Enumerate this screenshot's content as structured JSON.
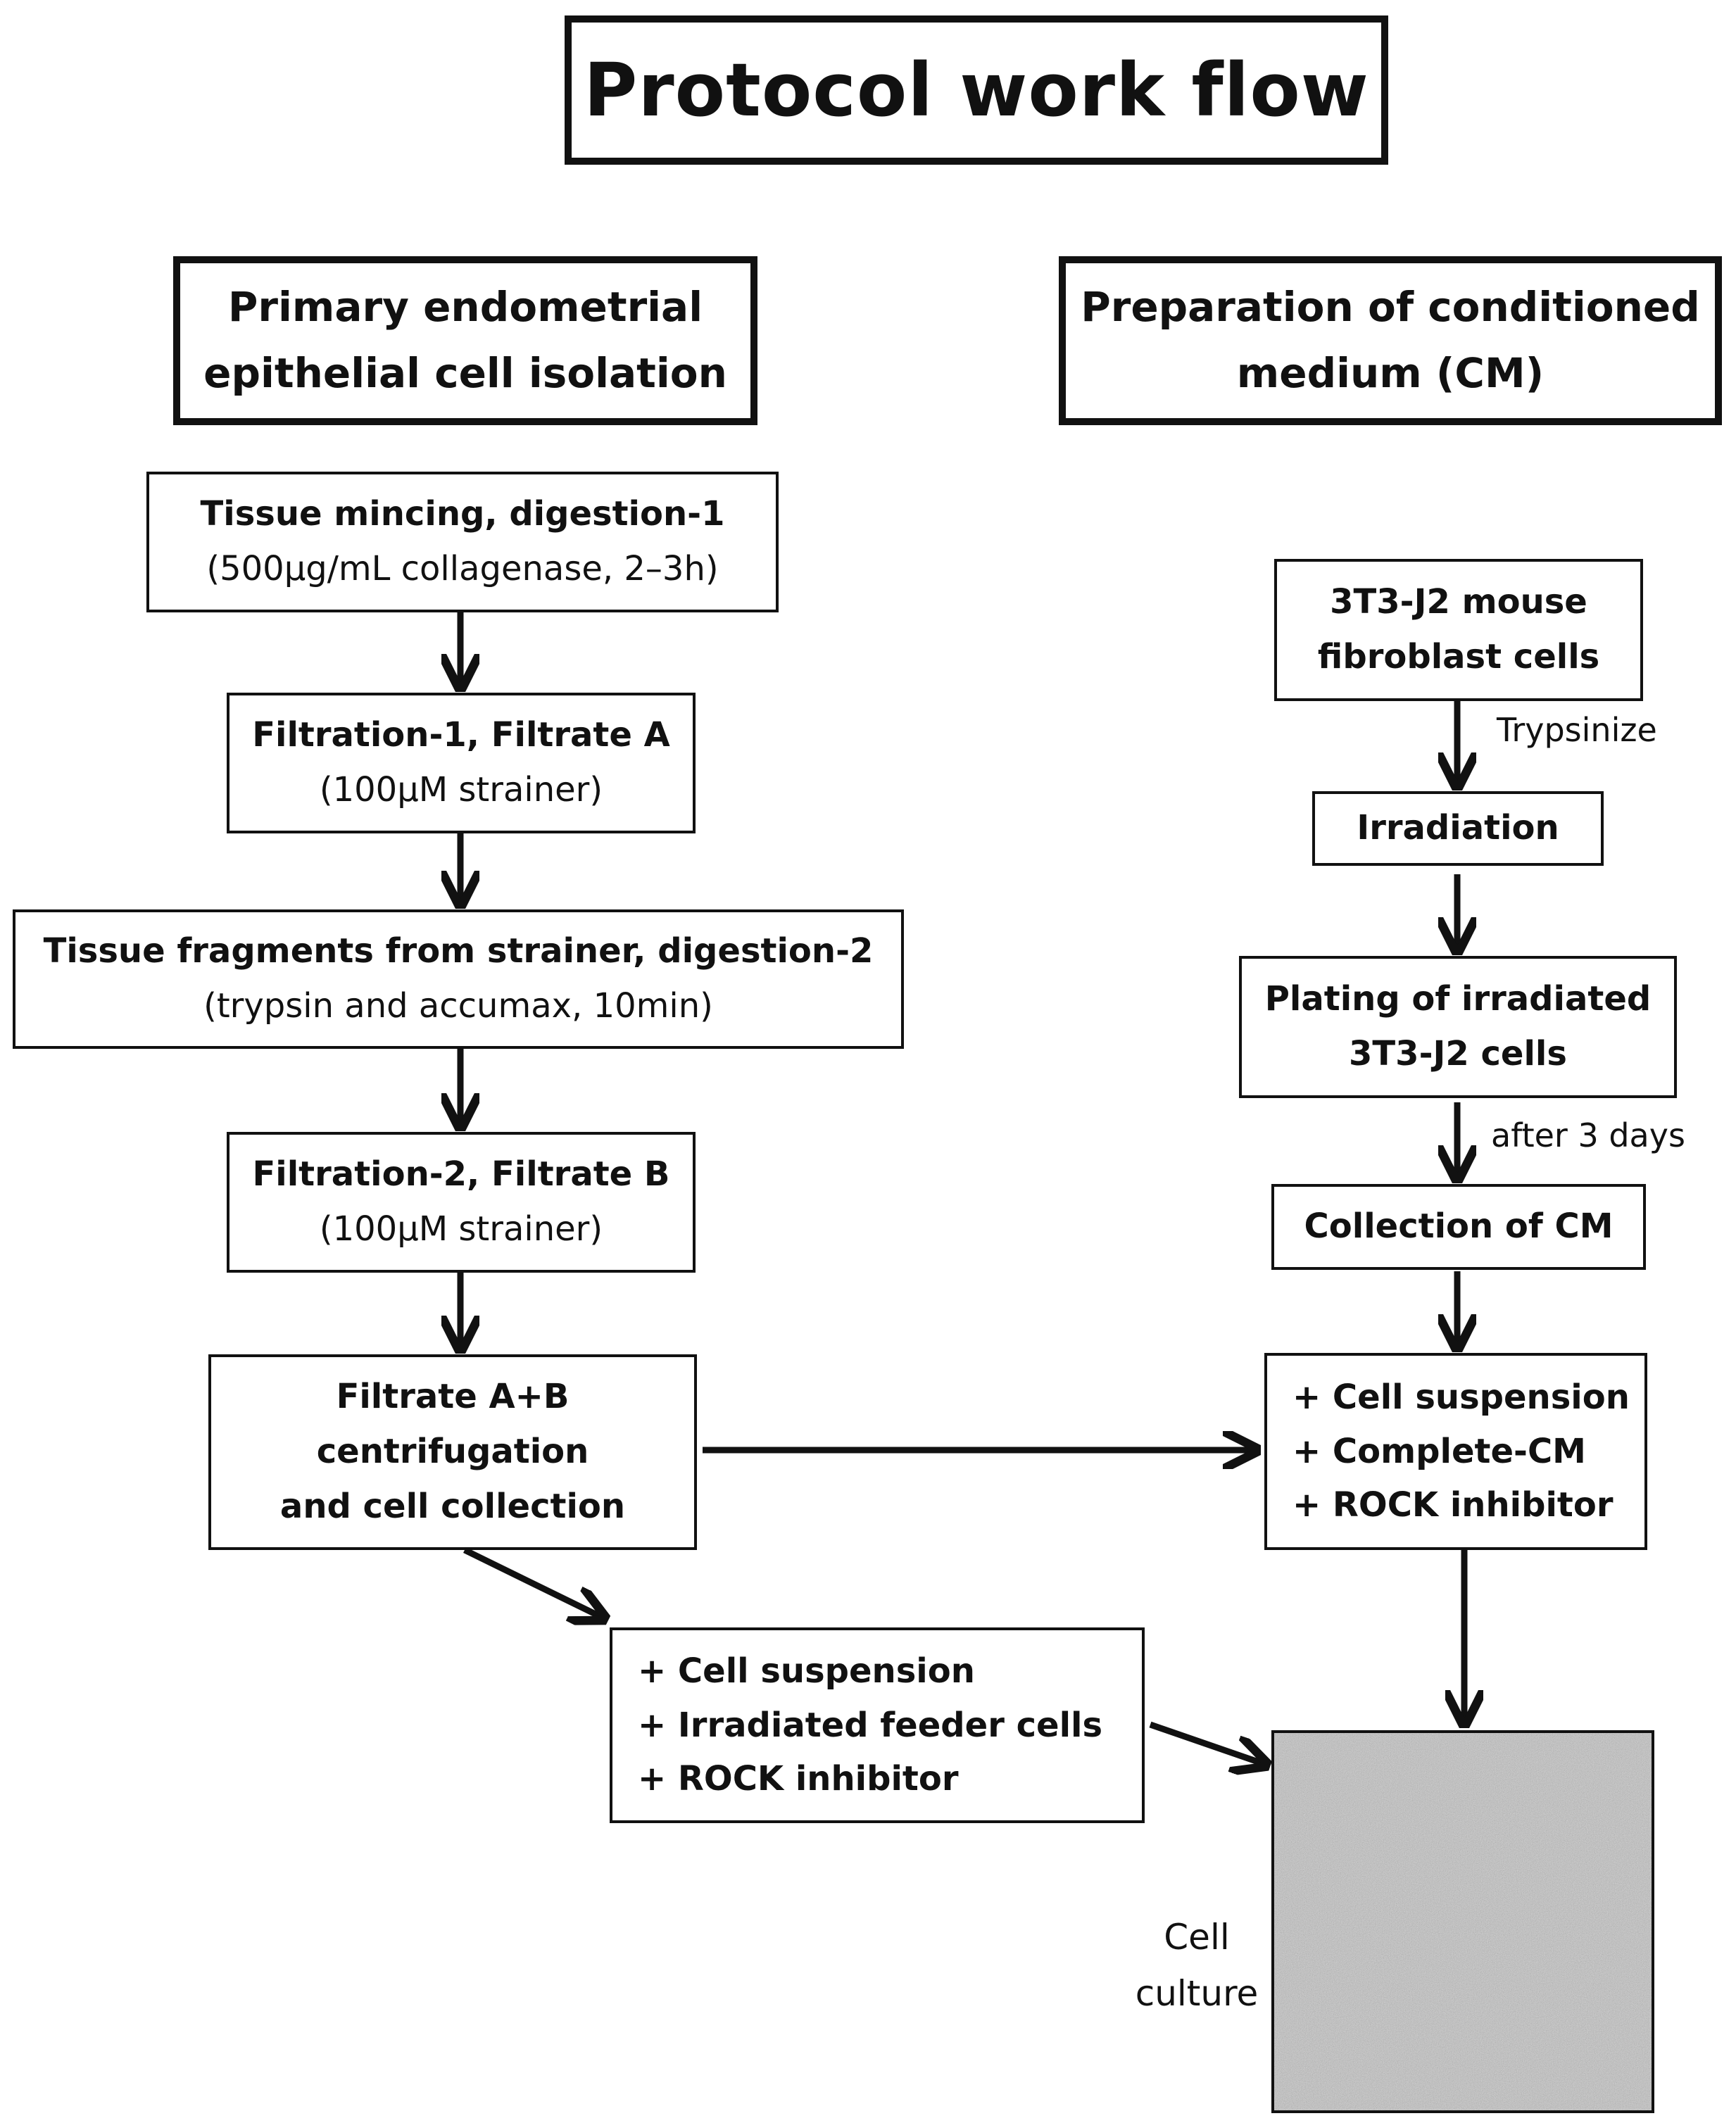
{
  "title": "Protocol work flow",
  "left_column": {
    "header": [
      "Primary endometrial",
      "epithelial cell isolation"
    ],
    "steps": [
      {
        "lines": [
          "Tissue mincing, digestion-1",
          "(500µg/mL collagenase, 2–3h)"
        ]
      },
      {
        "lines": [
          "Filtration-1, Filtrate A",
          "(100µM strainer)"
        ]
      },
      {
        "lines": [
          "Tissue fragments from strainer, digestion-2",
          "(trypsin and accumax, 10min)"
        ]
      },
      {
        "lines": [
          "Filtration-2, Filtrate B",
          "(100µM strainer)"
        ]
      },
      {
        "lines": [
          "Filtrate A+B",
          "centrifugation",
          "and cell collection"
        ]
      }
    ]
  },
  "right_column": {
    "header": [
      "Preparation of conditioned",
      "medium (CM)"
    ],
    "steps": [
      {
        "lines": [
          "3T3-J2 mouse",
          "fibroblast cells"
        ]
      },
      {
        "lines": [
          "Irradiation"
        ]
      },
      {
        "lines": [
          "Plating of irradiated",
          "3T3-J2 cells"
        ]
      },
      {
        "lines": [
          "Collection of CM"
        ]
      },
      {
        "lines": [
          "+ Cell suspension",
          "+ Complete-CM",
          "+ ROCK inhibitor"
        ]
      }
    ],
    "arrow_labels": {
      "trypsinize": "Trypsinize",
      "after_days": "after 3 days"
    }
  },
  "feeder_box": {
    "lines": [
      "+ Cell suspension",
      "+ Irradiated  feeder cells",
      "+ ROCK inhibitor"
    ]
  },
  "result": {
    "label_lines": [
      "Cell",
      "culture"
    ],
    "photo_color": "#9a9a9a"
  },
  "colors": {
    "ink": "#111111"
  }
}
